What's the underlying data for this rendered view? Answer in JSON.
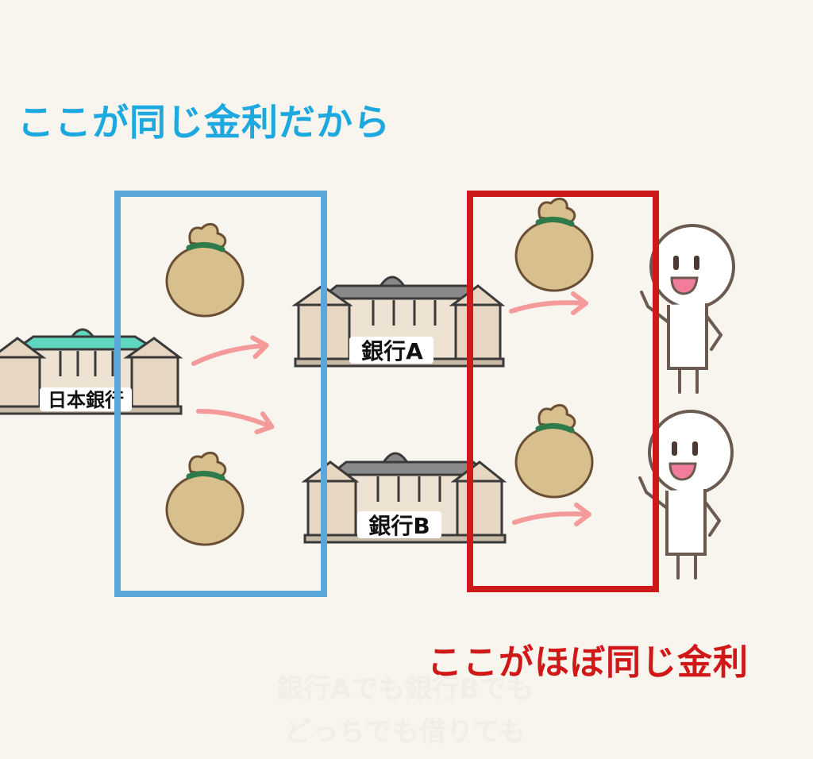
{
  "captions": {
    "blue": "ここが同じ金利だから",
    "red": "ここがほぼ同じ金利",
    "faded_line1": "銀行Aでも銀行Bでも",
    "faded_line2": "どっちでも借りても"
  },
  "banks": {
    "central": "日本銀行",
    "a": "銀行A",
    "b": "銀行B"
  },
  "icons": [
    "bank-building-icon",
    "money-bag-icon",
    "arrow-icon",
    "person-icon"
  ],
  "colors": {
    "background": "#f8f4ee",
    "blue_box": "#5aa7dc",
    "red_box": "#cc1a1a",
    "blue_text": "#1ea8e0",
    "red_text": "#d01818",
    "arrow": "#f49a9a",
    "bag": "#d8bf8e",
    "bag_tie": "#2f7a4a",
    "central_roof": "#5fd6bf",
    "bank_roof": "#888888"
  }
}
